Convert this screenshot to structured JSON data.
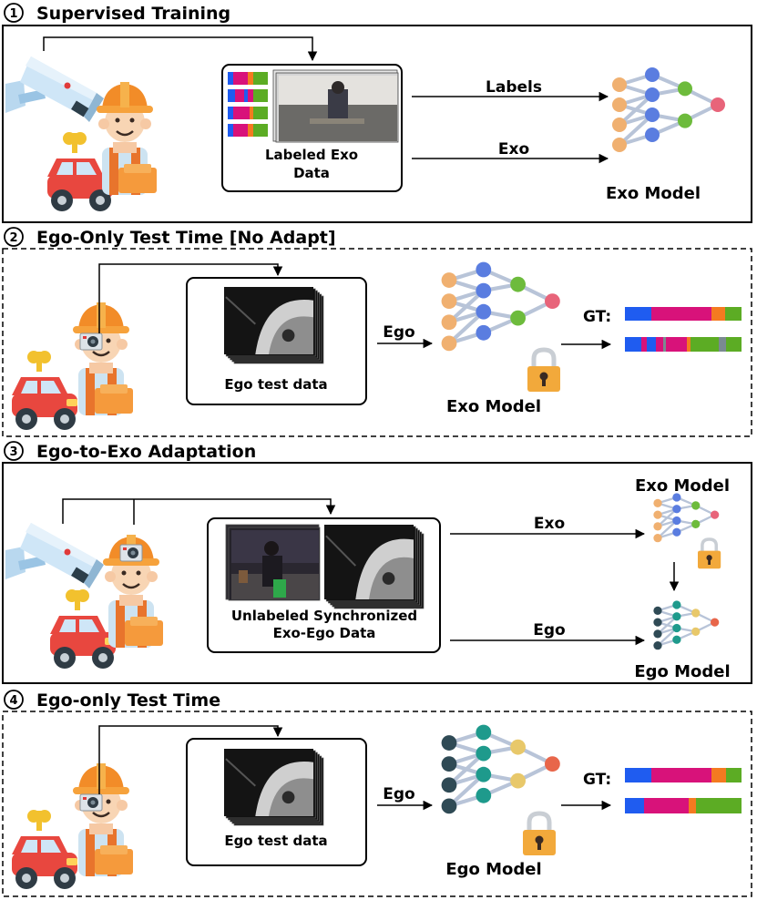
{
  "panels": [
    {
      "number": "1",
      "title": "Supervised Training"
    },
    {
      "number": "2",
      "title": "Ego-Only Test Time [No Adapt]"
    },
    {
      "number": "3",
      "title": "Ego-to-Exo Adaptation"
    },
    {
      "number": "4",
      "title": "Ego-only Test Time"
    }
  ],
  "p1": {
    "card_line1": "Labeled Exo",
    "card_line2": "Data",
    "arrow_top": "Labels",
    "arrow_bottom": "Exo",
    "model": "Exo Model"
  },
  "p2": {
    "card": "Ego test data",
    "arrow": "Ego",
    "gt": "GT:",
    "model": "Exo Model"
  },
  "p3": {
    "card_line1": "Unlabeled Synchronized",
    "card_line2": "Exo-Ego Data",
    "arrow_top": "Exo",
    "arrow_bottom": "Ego",
    "model_top": "Exo Model",
    "model_bottom": "Ego Model"
  },
  "p4": {
    "card": "Ego test data",
    "arrow": "Ego",
    "gt": "GT:",
    "model": "Ego Model"
  },
  "colors": {
    "exo_input": "#f0b070",
    "exo_hidden1": "#5a7de0",
    "exo_hidden2": "#6dbb3c",
    "exo_output": "#e8647a",
    "ego_input": "#2f4a55",
    "ego_hidden1": "#1e9a8c",
    "ego_hidden2": "#e8c86a",
    "ego_output": "#e8664a",
    "edge": "#b8c4d8",
    "lock": "#f2a93b",
    "seg_blue": "#1f5cf0",
    "seg_magenta": "#d8127a",
    "seg_orange": "#f47a20",
    "seg_green": "#5cac24",
    "seg_gray": "#7a8a90"
  }
}
